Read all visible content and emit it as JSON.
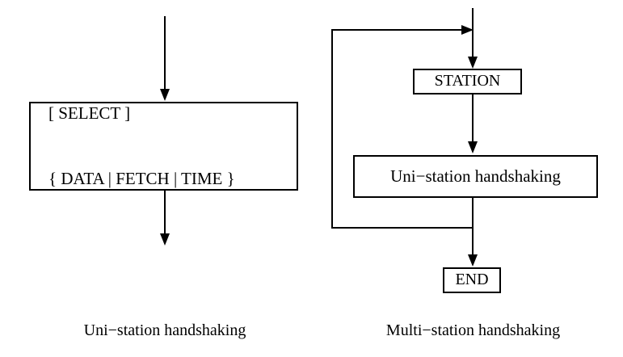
{
  "figure": {
    "type": "flowchart",
    "background_color": "#ffffff",
    "line_color": "#000000",
    "text_color": "#000000"
  },
  "left_diagram": {
    "caption": "Uni−station handshaking",
    "select_node": {
      "line1": "[ SELECT ]",
      "line2": "{ DATA | FETCH | TIME }"
    },
    "arrows": {
      "entry": "arrow-down-into-select",
      "exit": "arrow-down-out-of-select"
    }
  },
  "right_diagram": {
    "caption": "Multi−station handshaking",
    "station_node": "STATION",
    "uni_node": "Uni−station handshaking",
    "end_node": "END",
    "arrows": {
      "entry": "arrow-down-into-station",
      "station_to_uni": "arrow-down-station-to-uni",
      "uni_to_end": "arrow-down-uni-to-end",
      "feedback": "arrow-right-loop-back-to-station"
    }
  }
}
